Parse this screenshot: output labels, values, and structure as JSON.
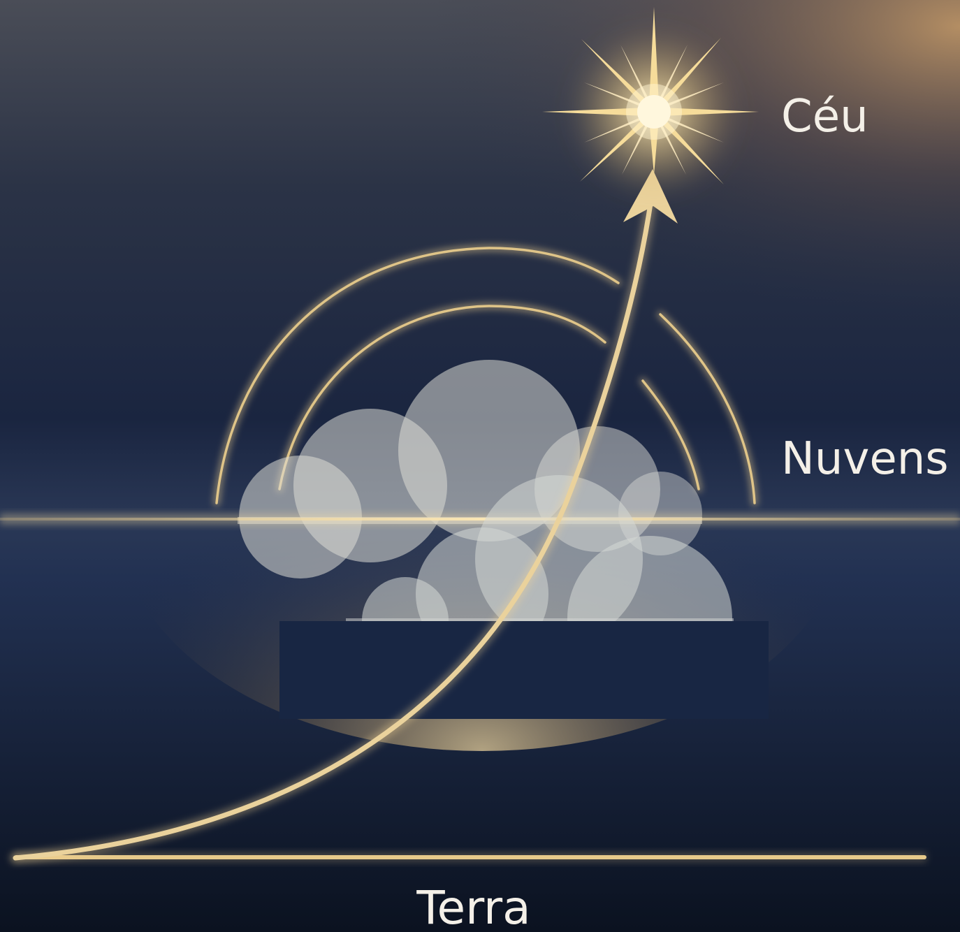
{
  "labels": {
    "sky": "Céu",
    "clouds": "Nuvens",
    "earth": "Terra"
  },
  "colors": {
    "gold": "#e6c98a",
    "navy": "#0f1b33",
    "text": "#f4f0e8",
    "cloud": "#dcdcd6"
  }
}
